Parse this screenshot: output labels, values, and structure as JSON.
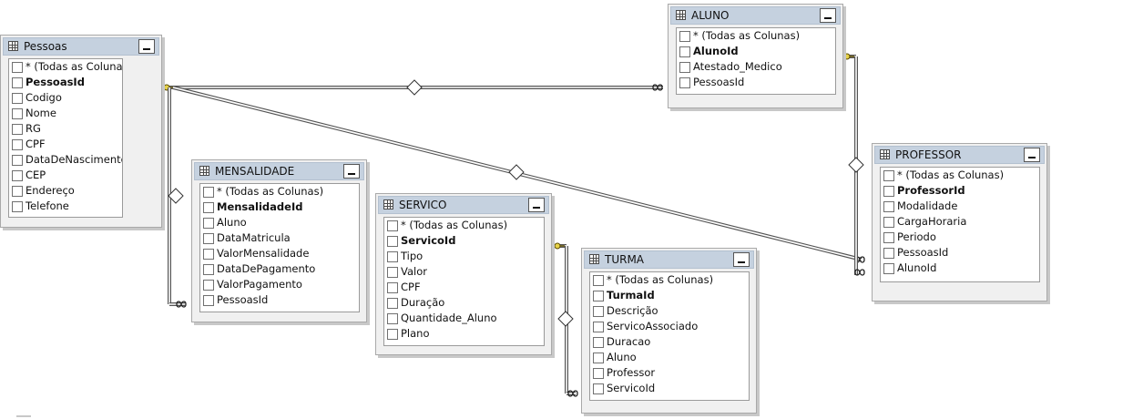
{
  "diagram": {
    "tables": {
      "pessoas": {
        "title": "Pessoas",
        "columns": [
          {
            "name": "* (Todas as Colunas)",
            "key": false
          },
          {
            "name": "PessoasId",
            "key": true
          },
          {
            "name": "Codigo",
            "key": false
          },
          {
            "name": "Nome",
            "key": false
          },
          {
            "name": "RG",
            "key": false
          },
          {
            "name": "CPF",
            "key": false
          },
          {
            "name": "DataDeNascimento",
            "key": false
          },
          {
            "name": "CEP",
            "key": false
          },
          {
            "name": "Endereço",
            "key": false
          },
          {
            "name": "Telefone",
            "key": false
          }
        ]
      },
      "aluno": {
        "title": "ALUNO",
        "columns": [
          {
            "name": "* (Todas as Colunas)",
            "key": false
          },
          {
            "name": "AlunoId",
            "key": true
          },
          {
            "name": "Atestado_Medico",
            "key": false
          },
          {
            "name": "PessoasId",
            "key": false
          }
        ]
      },
      "professor": {
        "title": "PROFESSOR",
        "columns": [
          {
            "name": "* (Todas as Colunas)",
            "key": false
          },
          {
            "name": "ProfessorId",
            "key": true
          },
          {
            "name": "Modalidade",
            "key": false
          },
          {
            "name": "CargaHoraria",
            "key": false
          },
          {
            "name": "Periodo",
            "key": false
          },
          {
            "name": "PessoasId",
            "key": false
          },
          {
            "name": "AlunoId",
            "key": false
          }
        ]
      },
      "mensalidade": {
        "title": "MENSALIDADE",
        "columns": [
          {
            "name": "* (Todas as Colunas)",
            "key": false
          },
          {
            "name": "MensalidadeId",
            "key": true
          },
          {
            "name": "Aluno",
            "key": false
          },
          {
            "name": "DataMatricula",
            "key": false
          },
          {
            "name": "ValorMensalidade",
            "key": false
          },
          {
            "name": "DataDePagamento",
            "key": false
          },
          {
            "name": "ValorPagamento",
            "key": false
          },
          {
            "name": "PessoasId",
            "key": false
          }
        ]
      },
      "servico": {
        "title": "SERVICO",
        "columns": [
          {
            "name": "* (Todas as Colunas)",
            "key": false
          },
          {
            "name": "ServicoId",
            "key": true
          },
          {
            "name": "Tipo",
            "key": false
          },
          {
            "name": "Valor",
            "key": false
          },
          {
            "name": "CPF",
            "key": false
          },
          {
            "name": "Duração",
            "key": false
          },
          {
            "name": "Quantidade_Aluno",
            "key": false
          },
          {
            "name": "Plano",
            "key": false
          }
        ]
      },
      "turma": {
        "title": "TURMA",
        "columns": [
          {
            "name": "* (Todas as Colunas)",
            "key": false
          },
          {
            "name": "TurmaId",
            "key": true
          },
          {
            "name": "Descrição",
            "key": false
          },
          {
            "name": "ServicoAssociado",
            "key": false
          },
          {
            "name": "Duracao",
            "key": false
          },
          {
            "name": "Aluno",
            "key": false
          },
          {
            "name": "Professor",
            "key": false
          },
          {
            "name": "ServicoId",
            "key": false
          }
        ]
      }
    },
    "relationships": [
      {
        "from": "pessoas",
        "to": "aluno"
      },
      {
        "from": "pessoas",
        "to": "professor"
      },
      {
        "from": "pessoas",
        "to": "mensalidade"
      },
      {
        "from": "aluno",
        "to": "professor"
      },
      {
        "from": "servico",
        "to": "turma"
      }
    ],
    "colors": {
      "title_bar": "#c5d1df",
      "box_bg": "#f0f0f0",
      "line": "#555555"
    }
  }
}
